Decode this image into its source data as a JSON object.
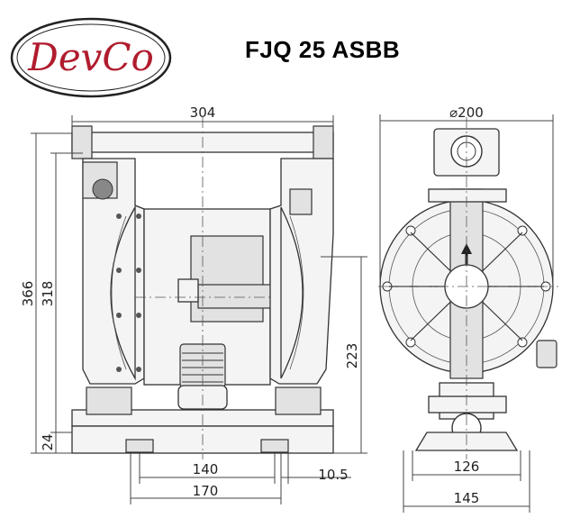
{
  "brand": {
    "logo_text": "DevCo",
    "colors": {
      "logo_red": "#b01c2e",
      "logo_ring": "#222222"
    }
  },
  "model": "FJQ 25 ASBB",
  "front_view": {
    "width_top": "304",
    "height_total": "366",
    "height_inner": "318",
    "height_bottom": "24",
    "height_outlet": "223",
    "foot_spacing": "140",
    "foot_width": "170",
    "offset": "10.5"
  },
  "side_view": {
    "diameter": "⌀200",
    "foot_inner": "126",
    "foot_outer": "145"
  }
}
